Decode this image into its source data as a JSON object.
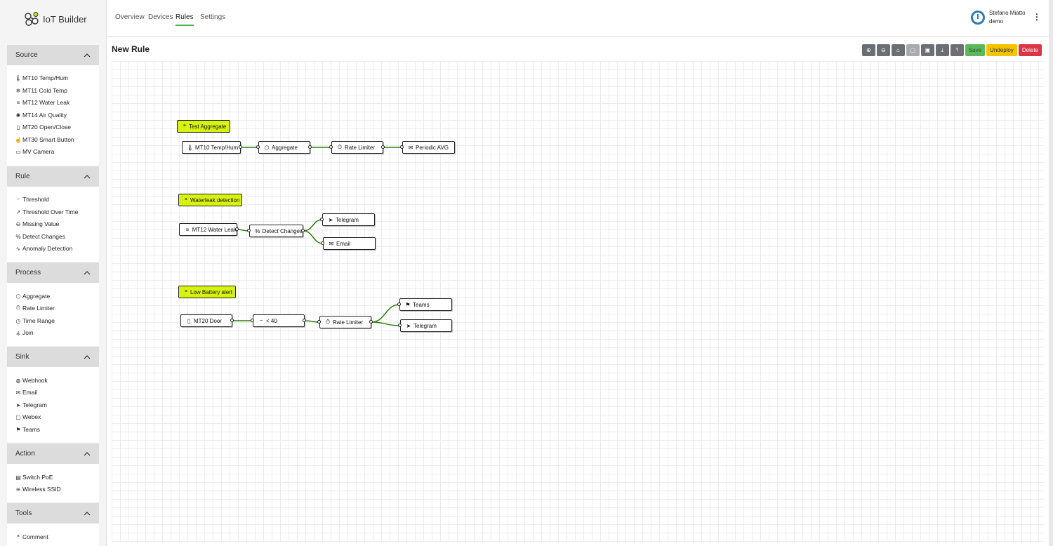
{
  "app": {
    "title": "IoT Builder"
  },
  "topnav": {
    "tabs": [
      "Overview",
      "Devices",
      "Rules",
      "Settings"
    ],
    "active": "Rules"
  },
  "user": {
    "name": "Stefano Miatto",
    "org": "demo"
  },
  "page": {
    "title": "New Rule"
  },
  "toolbar": {
    "icon_buttons": [
      "zoom-in-icon",
      "zoom-out-icon",
      "home-icon",
      "clipboard-icon",
      "image-icon",
      "download-icon",
      "upload-icon"
    ],
    "save_label": "Save",
    "undeploy_label": "Undeploy",
    "delete_label": "Delete"
  },
  "sidebar": {
    "sections": [
      {
        "title": "Source",
        "items": [
          "MT10 Temp/Hum",
          "MT11 Cold Temp",
          "MT12 Water Leak",
          "MT14 Air Quality",
          "MT20 Open/Close",
          "MT30 Smart Button",
          "MV Camera"
        ]
      },
      {
        "title": "Rule",
        "items": [
          "Threshold",
          "Threshold Over Time",
          "Missing Value",
          "Detect Changes",
          "Anomaly Detection"
        ]
      },
      {
        "title": "Process",
        "items": [
          "Aggregate",
          "Rate Limiter",
          "Time Range",
          "Join"
        ]
      },
      {
        "title": "Sink",
        "items": [
          "Webhook",
          "Email",
          "Telegram",
          "Webex",
          "Teams"
        ]
      },
      {
        "title": "Action",
        "items": [
          "Switch PoE",
          "Wireless SSID"
        ]
      },
      {
        "title": "Tools",
        "items": [
          "Comment"
        ]
      }
    ]
  },
  "flows": [
    {
      "comment": "Test Aggregate",
      "nodes": [
        "MT10 Temp/Hum",
        "Aggregate",
        "Rate Limiter",
        "Periodic AVG"
      ]
    },
    {
      "comment": "Waterleak detection",
      "nodes": [
        "MT12 Water Leak",
        "Detect Changes",
        "Telegram",
        "Email"
      ]
    },
    {
      "comment": "Low Battery alert",
      "nodes": [
        "MT20 Door",
        "< 40",
        "Rate Limiter",
        "Teams",
        "Telegram"
      ]
    }
  ],
  "colors": {
    "accent": "#4caf50",
    "comment_bg": "#d7f20d",
    "wire": "#2e7d0e",
    "save": "#5cb85c",
    "undeploy": "#f5c400",
    "delete": "#dc3545"
  }
}
